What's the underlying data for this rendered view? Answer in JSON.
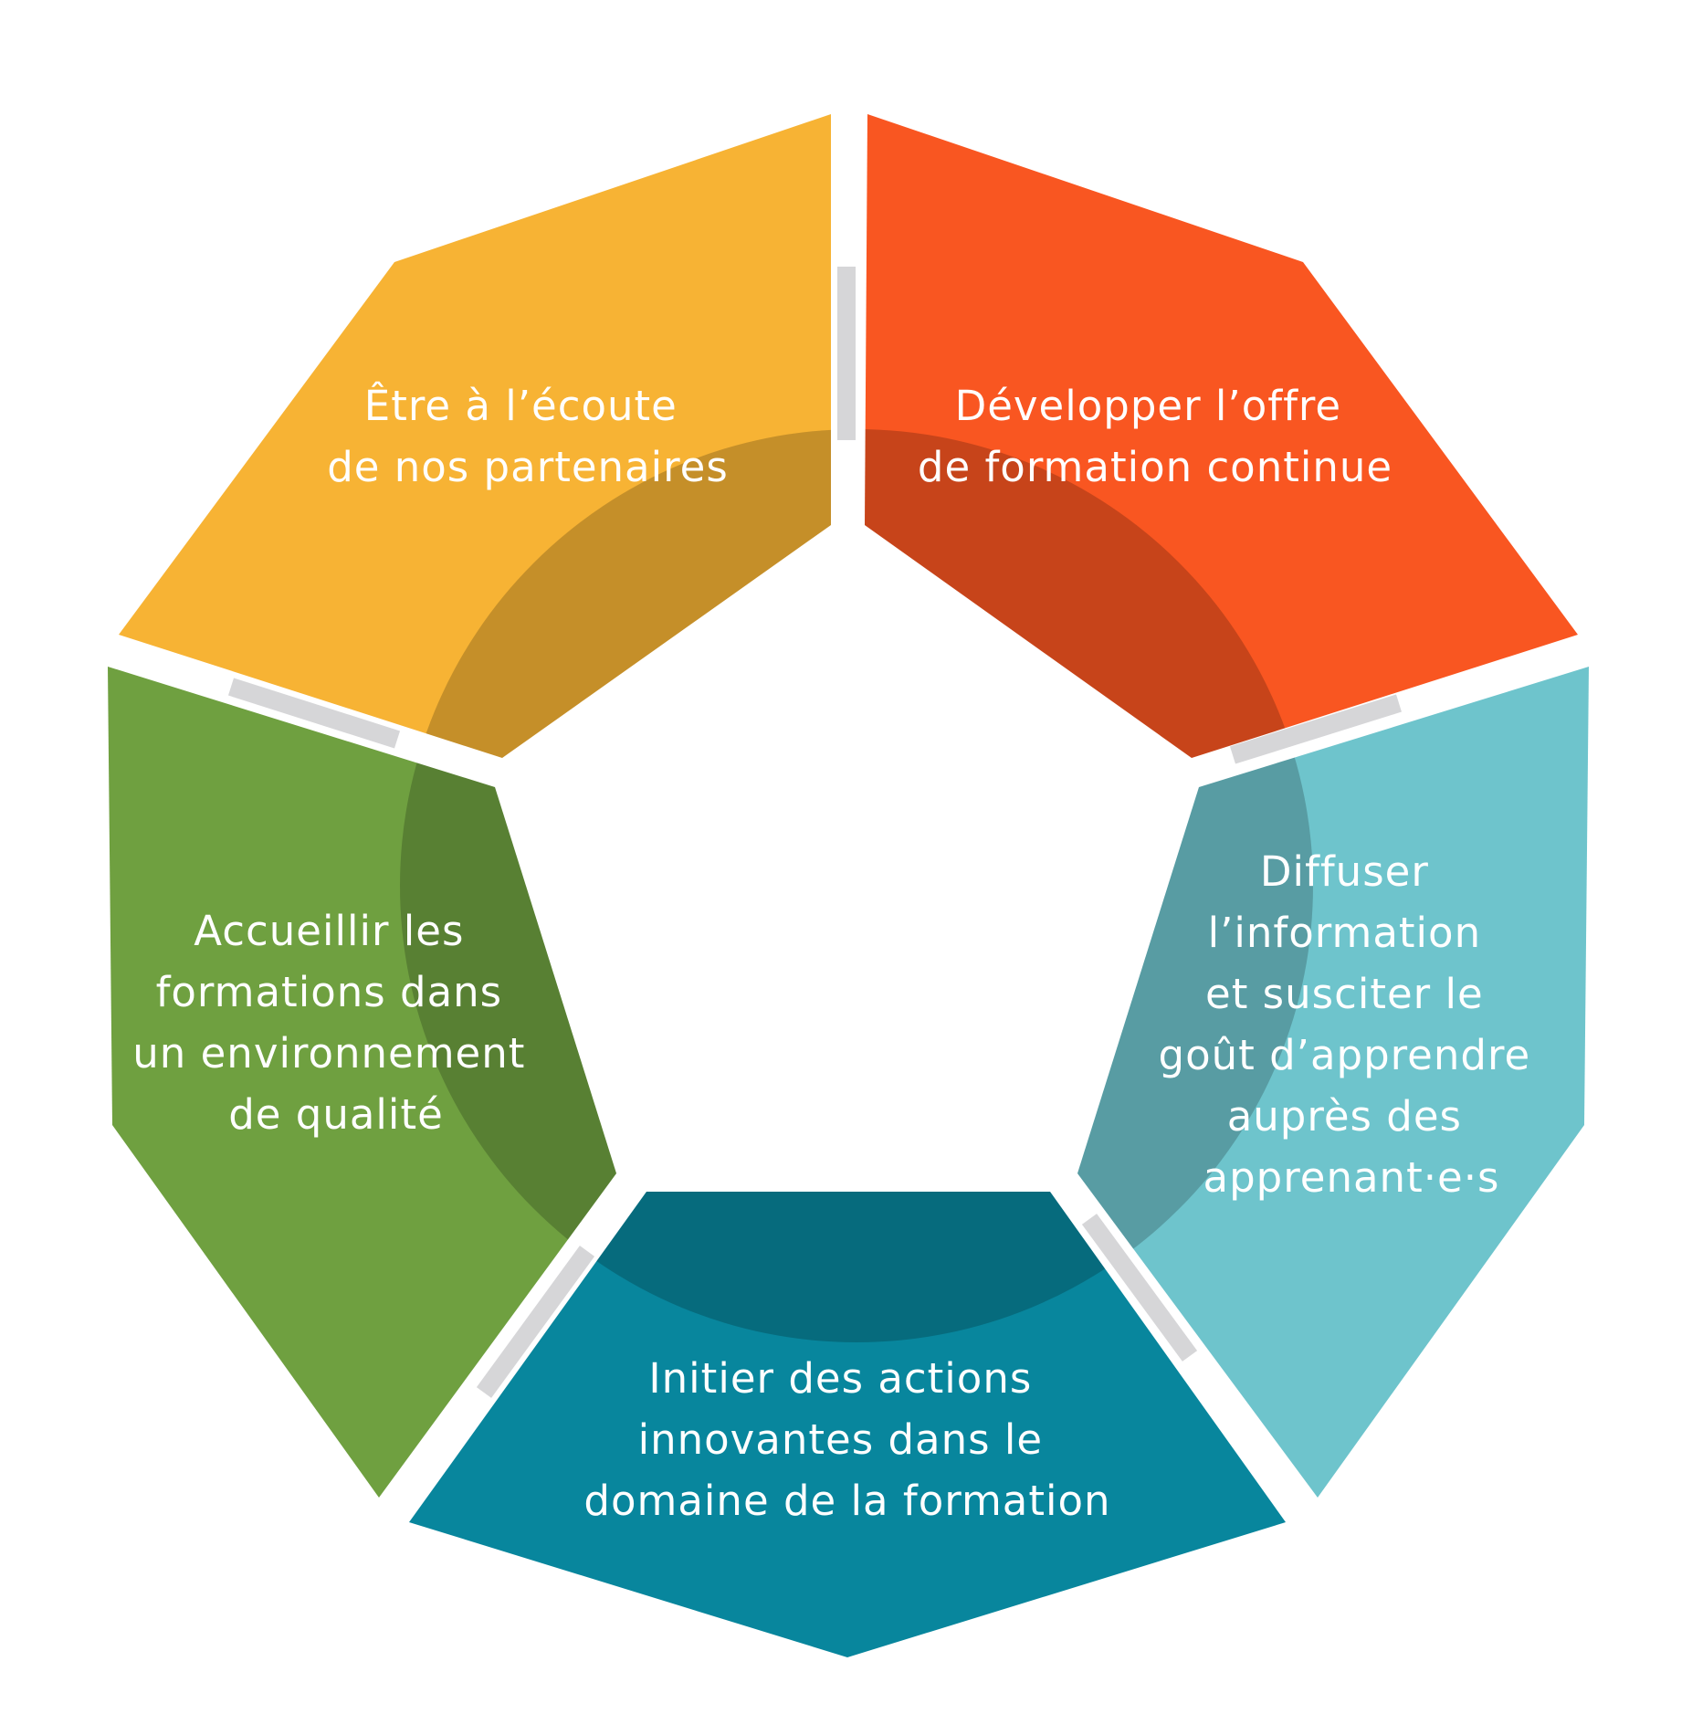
{
  "diagram": {
    "segments": [
      {
        "id": "ecoute",
        "color": "#f7b334",
        "lines": [
          "Être à l’écoute",
          "de nos partenaires"
        ]
      },
      {
        "id": "offre",
        "color": "#f95621",
        "lines": [
          "Développer l’offre",
          "de formation continue"
        ]
      },
      {
        "id": "diffuser",
        "color": "#6ec4cc",
        "lines": [
          "Diffuser",
          "l’information",
          "et susciter le",
          "goût d’apprendre",
          "auprès des",
          "apprenant·e·s"
        ]
      },
      {
        "id": "initier",
        "color": "#08869d",
        "lines": [
          "Initier des actions",
          "innovantes dans le",
          "domaine de la formation"
        ]
      },
      {
        "id": "accueillir",
        "color": "#6fa040",
        "lines": [
          "Accueillir les",
          "formations dans",
          "un environnement",
          "de qualité"
        ]
      }
    ],
    "ring_overlay_color": "#000000",
    "connector_color": "#d6d6d8"
  }
}
